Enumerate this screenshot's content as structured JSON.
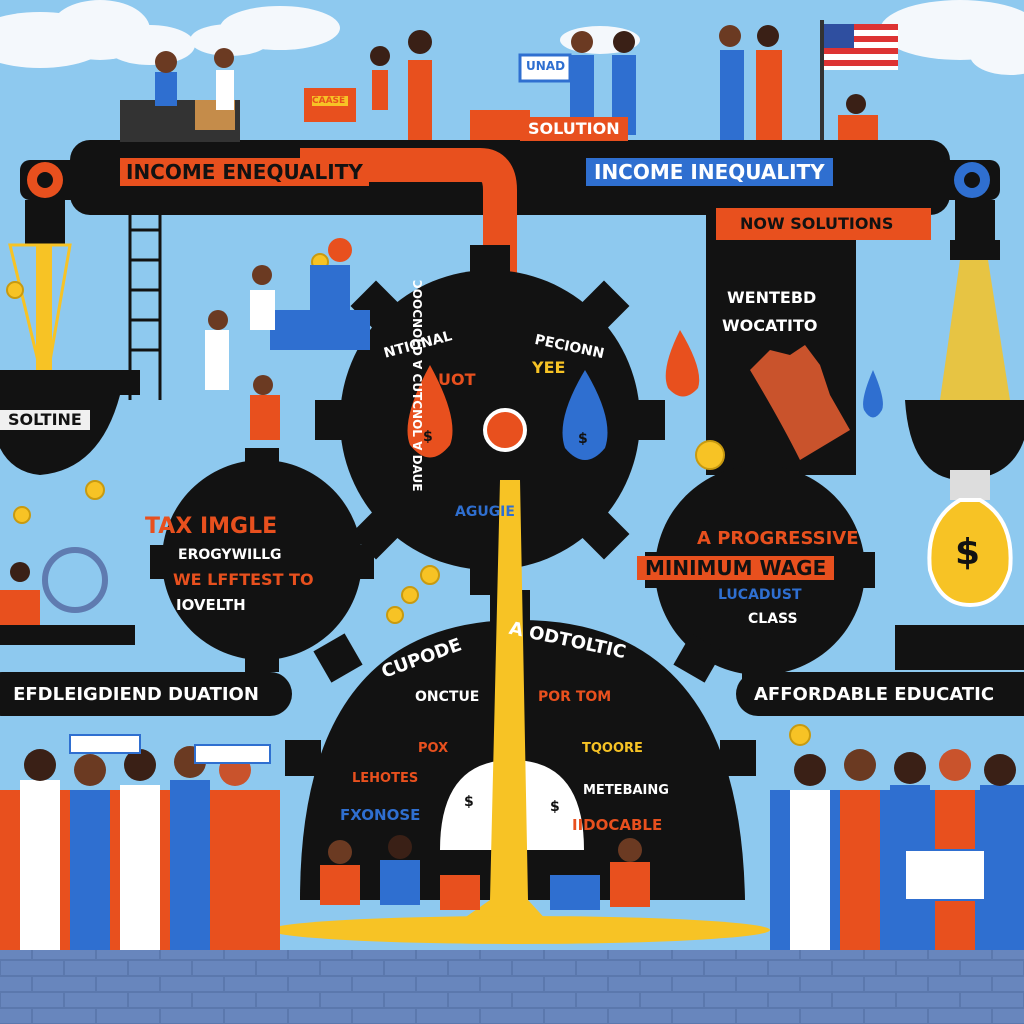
{
  "labels": {
    "income_left": "INCOME  ENEQUALITY",
    "income_right": "INCOME INEQUALITY",
    "solution": "SOLUTION",
    "vertical_pipe": "ƆOOCNOLD Ɐ CUTCNOL Ɐ DAUE",
    "now_solutions": "NOW SOLUTIONS",
    "wentebd": "WENTEBD",
    "wocatito": "WOCATITO",
    "soltine": "SOLTINE",
    "tax_imgle": "TAX IMGLE",
    "erogywillg": "EROGYWILLG",
    "we_lfftest": "WE LFFTEST TO",
    "iovelth": "IOVELTH",
    "ntional": "NTIONAL",
    "pecionn": "PECIONN",
    "uot": "UOT",
    "yee": "YEE",
    "agugie": "AGUGIE",
    "a_progressive": "A PROGRESSIVE",
    "minimum_wage": "MINIMUM WAGE",
    "lucadust": "LUCADUST",
    "class": "CLASS",
    "efdleig": "EFDLEIGDIEND DUATION",
    "affordable": "AFFORDABLE EDUCATIC",
    "cupode": "CUPODE",
    "a_odtoltic": "A ODTOLTIC",
    "onctue": "ONCTUE",
    "por_tom": "POR TOM",
    "pox": "POX",
    "tqoore": "TQOORE",
    "lehotes": "LEHOTES",
    "metebaing": "METEBAING",
    "fxonose": "FXONOSE",
    "iidocable": "IIDOCABLE",
    "sign_unad": "UNAD",
    "crate": "CAASE",
    "dollar": "$"
  },
  "colors": {
    "sky": "#8ec9ef",
    "black": "#121212",
    "orange": "#e8501e",
    "blue": "#2f6fd0",
    "gold": "#f7c325",
    "brick": "#5f7bb0"
  },
  "icons": [
    "american-flag-icon",
    "dollar-coin-icon",
    "gear-icon",
    "scale-pan-icon",
    "light-bulb-icon",
    "raised-hand-icon",
    "blood-drop-icon"
  ]
}
